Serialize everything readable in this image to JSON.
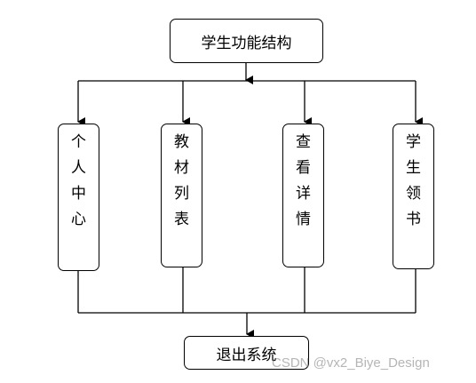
{
  "diagram": {
    "root": {
      "label": "学生功能结构"
    },
    "modules": [
      {
        "id": "personal-center",
        "label": "个人中心"
      },
      {
        "id": "textbook-list",
        "label": "教材列表"
      },
      {
        "id": "view-details",
        "label": "查看详情"
      },
      {
        "id": "student-claim-book",
        "label": "学生领书"
      }
    ],
    "exit": {
      "label": "退出系统"
    }
  },
  "watermark": {
    "text": "CSDN @vx2_Biye_Design"
  }
}
